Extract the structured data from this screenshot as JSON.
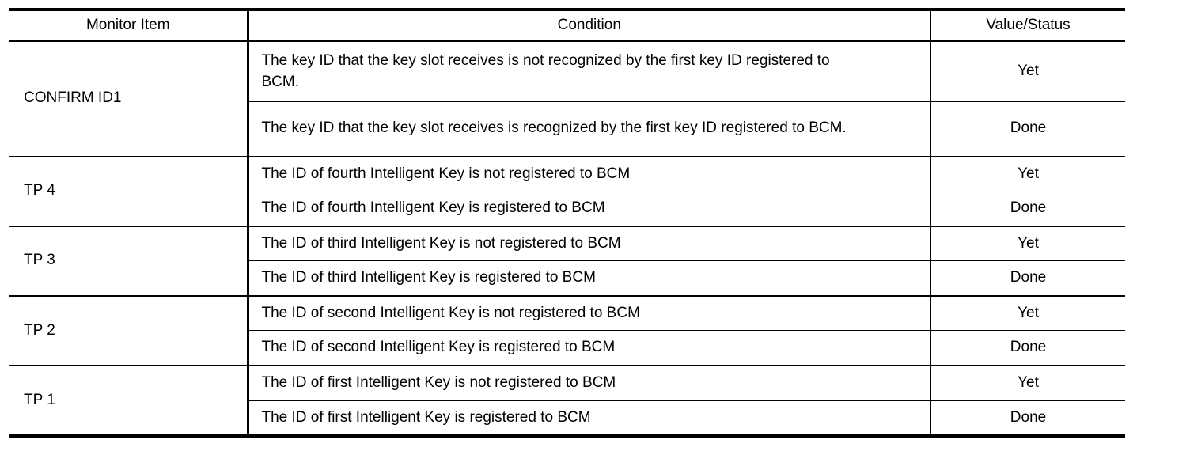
{
  "page": {
    "background_color": "#ffffff",
    "text_color": "#000000"
  },
  "table": {
    "headers": [
      "Monitor Item",
      "Condition",
      "Value/Status"
    ],
    "groups": [
      {
        "monitor": "CONFIRM ID1",
        "entries": [
          {
            "condition": "The key ID that the key slot receives is not recognized by the first key ID registered to BCM.",
            "value": "Yet"
          },
          {
            "condition": "The key ID that the key slot receives is recognized by the first key ID registered to BCM.",
            "value": "Done"
          }
        ]
      },
      {
        "monitor": "TP 4",
        "entries": [
          {
            "condition": "The ID of fourth Intelligent Key is not registered to BCM",
            "value": "Yet"
          },
          {
            "condition": "The ID of fourth Intelligent Key is registered to BCM",
            "value": "Done"
          }
        ]
      },
      {
        "monitor": "TP 3",
        "entries": [
          {
            "condition": "The ID of third Intelligent Key is not registered to BCM",
            "value": "Yet"
          },
          {
            "condition": "The ID of third Intelligent Key is registered to BCM",
            "value": "Done"
          }
        ]
      },
      {
        "monitor": "TP 2",
        "entries": [
          {
            "condition": "The ID of second Intelligent Key is not registered to BCM",
            "value": "Yet"
          },
          {
            "condition": "The ID of second Intelligent Key is registered to BCM",
            "value": "Done"
          }
        ]
      },
      {
        "monitor": "TP 1",
        "entries": [
          {
            "condition": "The ID of first Intelligent Key is not registered to BCM",
            "value": "Yet"
          },
          {
            "condition": "The ID of first Intelligent Key is registered to BCM",
            "value": "Done"
          }
        ]
      }
    ]
  }
}
